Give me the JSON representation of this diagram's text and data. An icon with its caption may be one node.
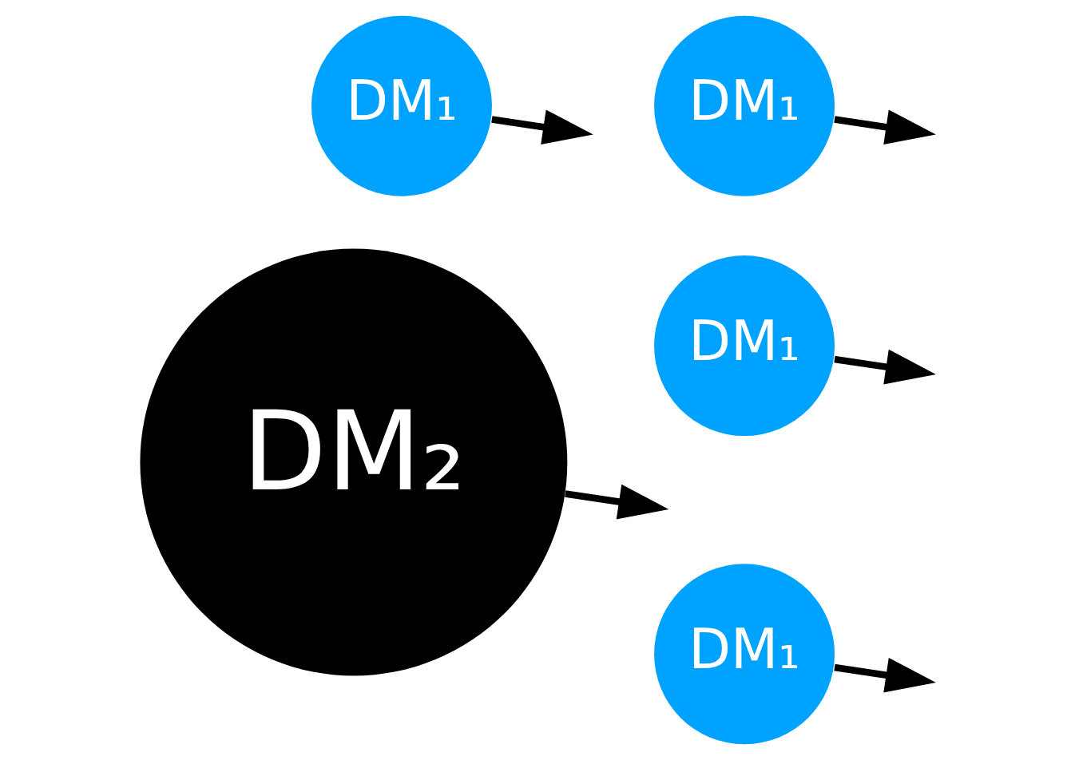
{
  "diagram": {
    "nodes": [
      {
        "text": [
          "DM₁"
        ]
      },
      {
        "text": [
          "DM₁"
        ]
      },
      {
        "text": [
          "DM₂"
        ]
      },
      {
        "text": [
          "DM₁"
        ]
      },
      {
        "text": [
          "DM₁"
        ]
      }
    ],
    "edges": [
      {
        "from": 0,
        "to": null,
        "arrow": "to"
      },
      {
        "from": 2,
        "to": null,
        "arrow": "to"
      },
      {
        "from": 1,
        "to": null,
        "arrow": "to"
      },
      {
        "from": 3,
        "to": null,
        "arrow": "to"
      },
      {
        "from": 4,
        "to": null,
        "arrow": "to"
      }
    ]
  }
}
